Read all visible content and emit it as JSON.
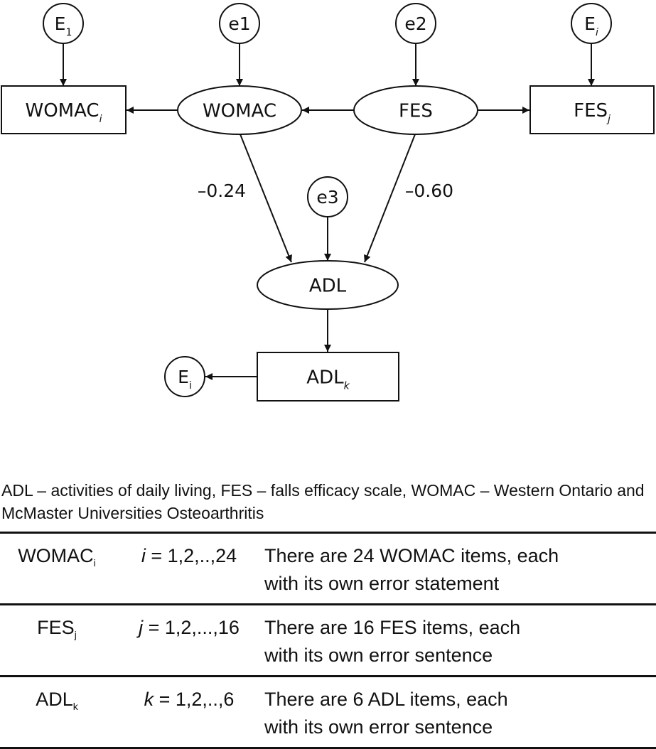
{
  "diagram": {
    "error_nodes": [
      {
        "id": "E1",
        "label": "E",
        "sub": "1",
        "sub_italic": false
      },
      {
        "id": "e1",
        "label": "e1",
        "sub": "",
        "sub_italic": false
      },
      {
        "id": "e2",
        "label": "e2",
        "sub": "",
        "sub_italic": false
      },
      {
        "id": "Ei_top",
        "label": "E",
        "sub": "i",
        "sub_italic": true
      },
      {
        "id": "e3",
        "label": "e3",
        "sub": "",
        "sub_italic": false
      },
      {
        "id": "Ei_bottom",
        "label": "E",
        "sub": "i",
        "sub_italic": false
      }
    ],
    "latent_nodes": [
      {
        "id": "WOMAC",
        "label": "WOMAC"
      },
      {
        "id": "FES",
        "label": "FES"
      },
      {
        "id": "ADL",
        "label": "ADL"
      }
    ],
    "observed_nodes": [
      {
        "id": "WOMACi",
        "label": "WOMAC",
        "sub": "i"
      },
      {
        "id": "FESj",
        "label": "FES",
        "sub": "j"
      },
      {
        "id": "ADLk",
        "label": "ADL",
        "sub": "k"
      }
    ],
    "edges": [
      {
        "from": "E1",
        "to": "WOMACi",
        "label": ""
      },
      {
        "from": "e1",
        "to": "WOMAC",
        "label": ""
      },
      {
        "from": "e2",
        "to": "FES",
        "label": ""
      },
      {
        "from": "Ei_top",
        "to": "FESj",
        "label": ""
      },
      {
        "from": "WOMAC",
        "to": "WOMACi",
        "label": ""
      },
      {
        "from": "FES",
        "to": "WOMAC",
        "label": ""
      },
      {
        "from": "FES",
        "to": "FESj",
        "label": ""
      },
      {
        "from": "WOMAC",
        "to": "ADL",
        "label": "–0.24"
      },
      {
        "from": "FES",
        "to": "ADL",
        "label": "–0.60"
      },
      {
        "from": "e3",
        "to": "ADL",
        "label": ""
      },
      {
        "from": "ADL",
        "to": "ADLk",
        "label": ""
      },
      {
        "from": "ADLk",
        "to": "Ei_bottom",
        "label": ""
      }
    ],
    "coef_womac_adl": "–0.24",
    "coef_fes_adl": "–0.60"
  },
  "caption": "ADL – activities of daily living, FES – falls efficacy scale, WOMAC – Western Ontario and McMaster Universities Osteoarthritis",
  "legend_table": {
    "rows": [
      {
        "var": "WOMAC",
        "var_sub": "i",
        "range_var": "i",
        "range_rest": " = 1,2,..,24",
        "desc_line1": "There are 24 WOMAC items, each",
        "desc_line2": "with its own error statement"
      },
      {
        "var": "FES",
        "var_sub": "j",
        "range_var": "j",
        "range_rest": " = 1,2,...,16",
        "desc_line1": "There are 16 FES items, each",
        "desc_line2": "with its own error sentence"
      },
      {
        "var": "ADL",
        "var_sub": "k",
        "range_var": "k",
        "range_rest": " = 1,2,..,6",
        "desc_line1": "There are 6 ADL items, each",
        "desc_line2": "with its own error sentence"
      }
    ]
  }
}
